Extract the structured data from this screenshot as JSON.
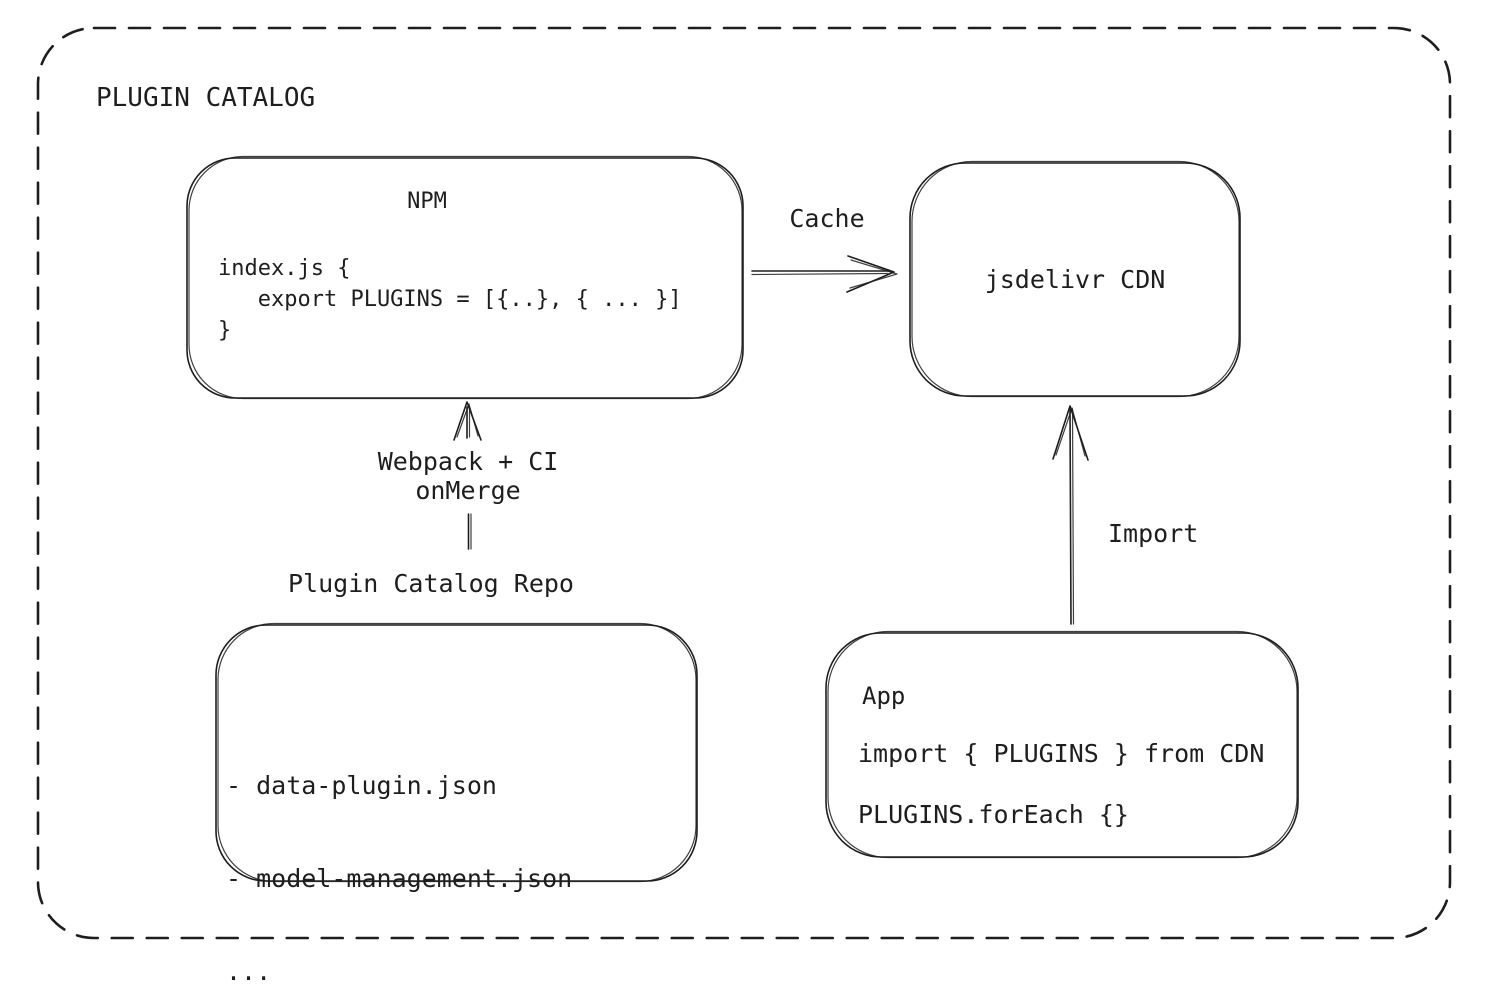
{
  "canvas": {
    "background": "#ffffff",
    "stroke_color": "#1e1e1e"
  },
  "frame": {
    "title": "PLUGIN CATALOG"
  },
  "npm_box": {
    "title": "NPM",
    "code": "index.js {\n   export PLUGINS = [{..}, { ... }]\n}"
  },
  "cdn_box": {
    "label": "jsdelivr CDN"
  },
  "repo": {
    "label": "Plugin Catalog Repo",
    "files": [
      "- data-plugin.json",
      "- model-management.json",
      "..."
    ]
  },
  "app_box": {
    "title": "App",
    "import_line": "import { PLUGINS } from CDN",
    "foreach_line": "PLUGINS.forEach {}"
  },
  "edges": {
    "cache_label": "Cache",
    "build_label": "Webpack + CI\nonMerge",
    "import_label": "Import"
  }
}
